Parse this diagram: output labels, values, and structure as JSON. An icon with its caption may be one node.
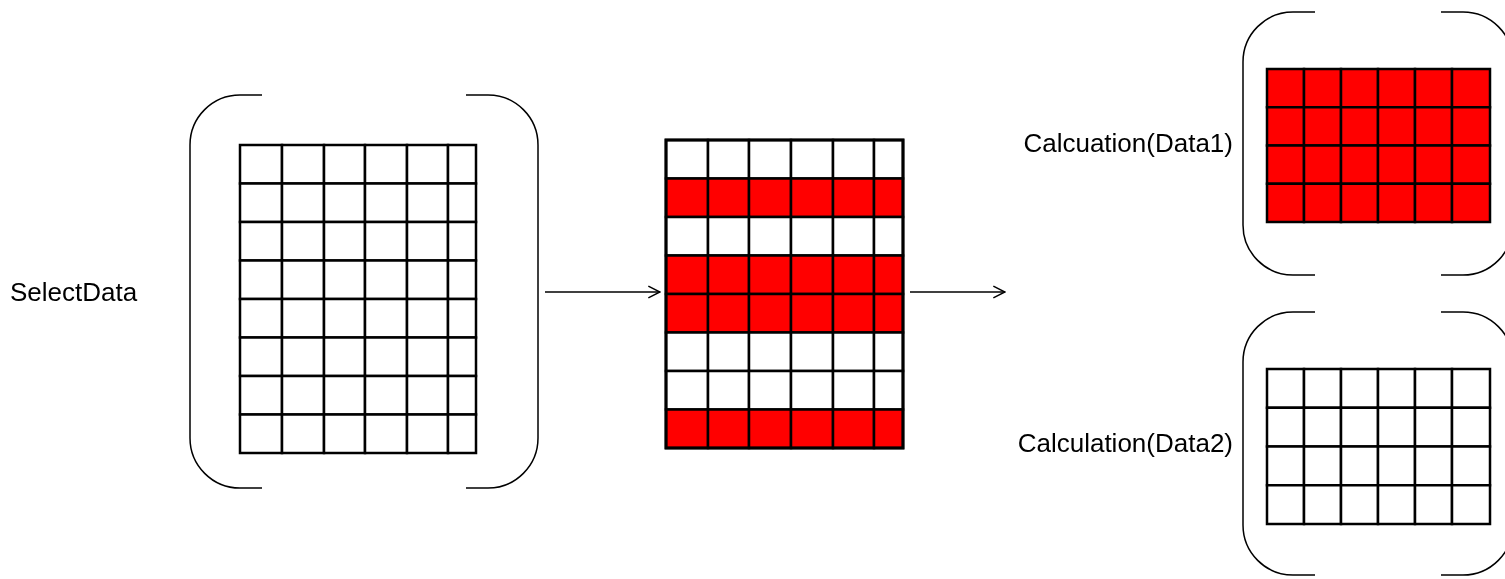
{
  "diagram": {
    "nodes": [
      {
        "text": [
          "SelectData"
        ]
      },
      {
        "text": [],
        "shape": "box"
      },
      {
        "text": [
          "Calcuation(Data1)"
        ]
      },
      {
        "text": [
          "Calculation(Data2)"
        ]
      }
    ],
    "edges": [
      {
        "from": 0,
        "to": 1,
        "arrow": "to"
      },
      {
        "from": 1,
        "to": 2,
        "arrow": "to"
      },
      {
        "from": 1,
        "to": 3,
        "arrow": "to"
      }
    ]
  }
}
